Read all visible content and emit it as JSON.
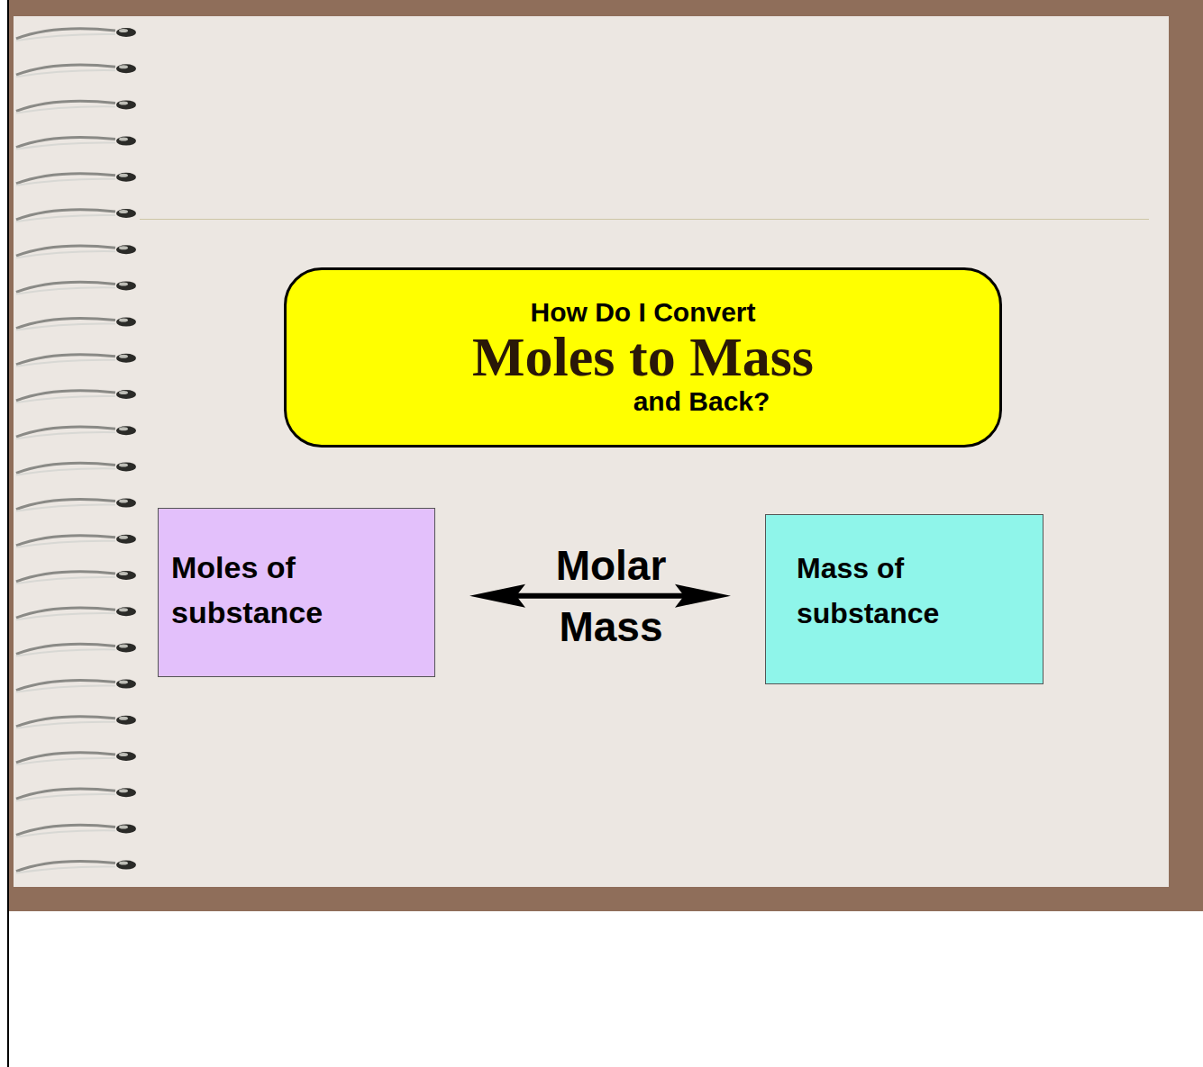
{
  "diagram": {
    "nodes": [
      {
        "text": [
          "How Do I Convert",
          "Moles to Mass",
          "and Back?"
        ]
      },
      {
        "text": [
          "Moles of substance"
        ]
      },
      {
        "text": [
          "Mass of substance"
        ]
      }
    ],
    "edges": [
      {
        "from": 1,
        "to": 2,
        "arrow": "both",
        "label": "Molar Mass"
      }
    ]
  }
}
